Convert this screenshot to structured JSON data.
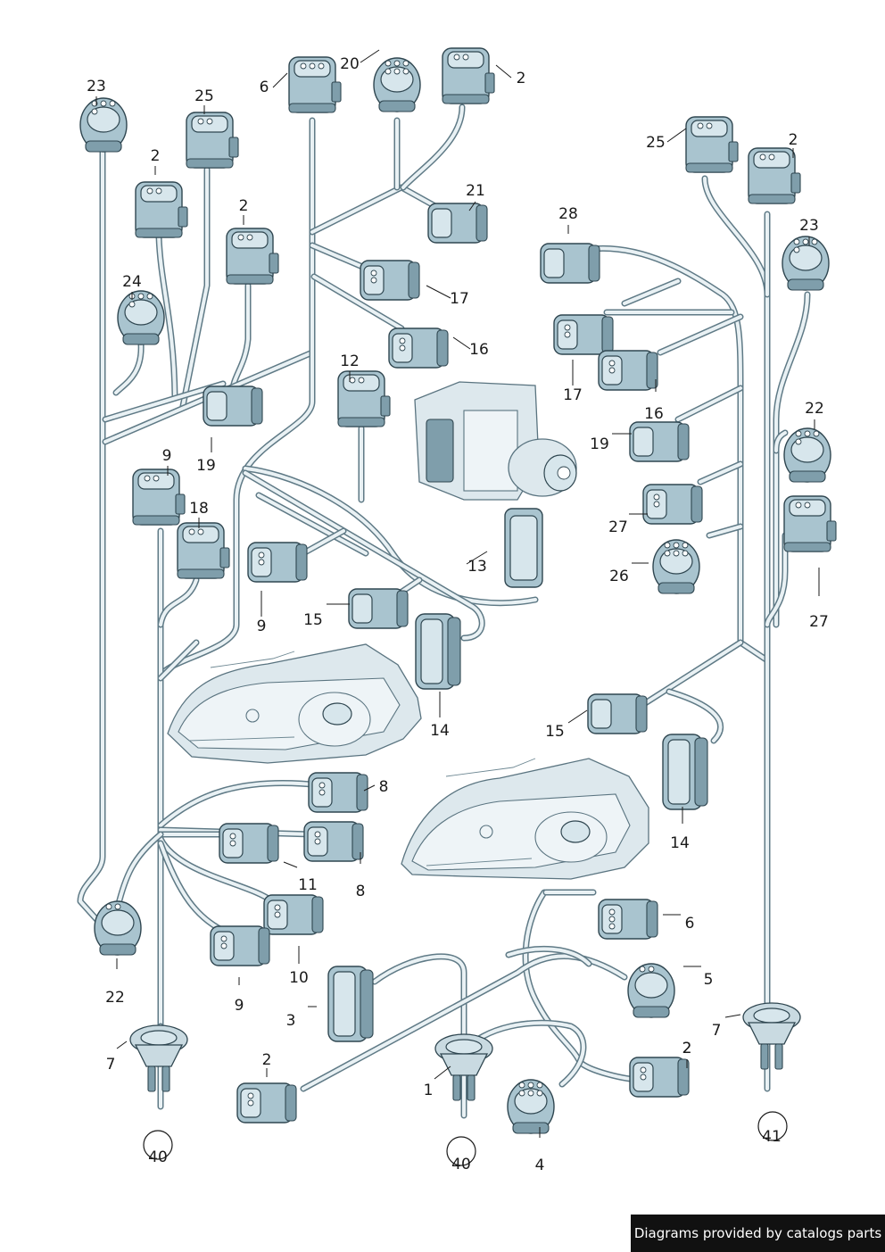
{
  "diagram": {
    "part_labels": [
      "23",
      "25",
      "2",
      "2",
      "24",
      "6",
      "20",
      "2",
      "21",
      "17",
      "16",
      "19",
      "12",
      "9",
      "18",
      "9",
      "15",
      "13",
      "14",
      "28",
      "17",
      "16",
      "19",
      "25",
      "2",
      "23",
      "22",
      "27",
      "26",
      "27",
      "15",
      "14",
      "8",
      "8",
      "11",
      "10",
      "9",
      "22",
      "7",
      "40",
      "3",
      "1",
      "40",
      "6",
      "5",
      "2",
      "2",
      "4",
      "7",
      "41",
      "2"
    ],
    "icons": {
      "connector": "wiring-connector-icon",
      "headlamp": "headlamp-icon",
      "abs_unit": "abs-control-unit-icon",
      "grommet": "grommet-icon"
    },
    "colors": {
      "wire": "#5f7a86",
      "connector": "#a9c4cf",
      "line_art": "#2f4650"
    }
  },
  "footer": {
    "credit": "Diagrams provided by catalogs parts"
  }
}
